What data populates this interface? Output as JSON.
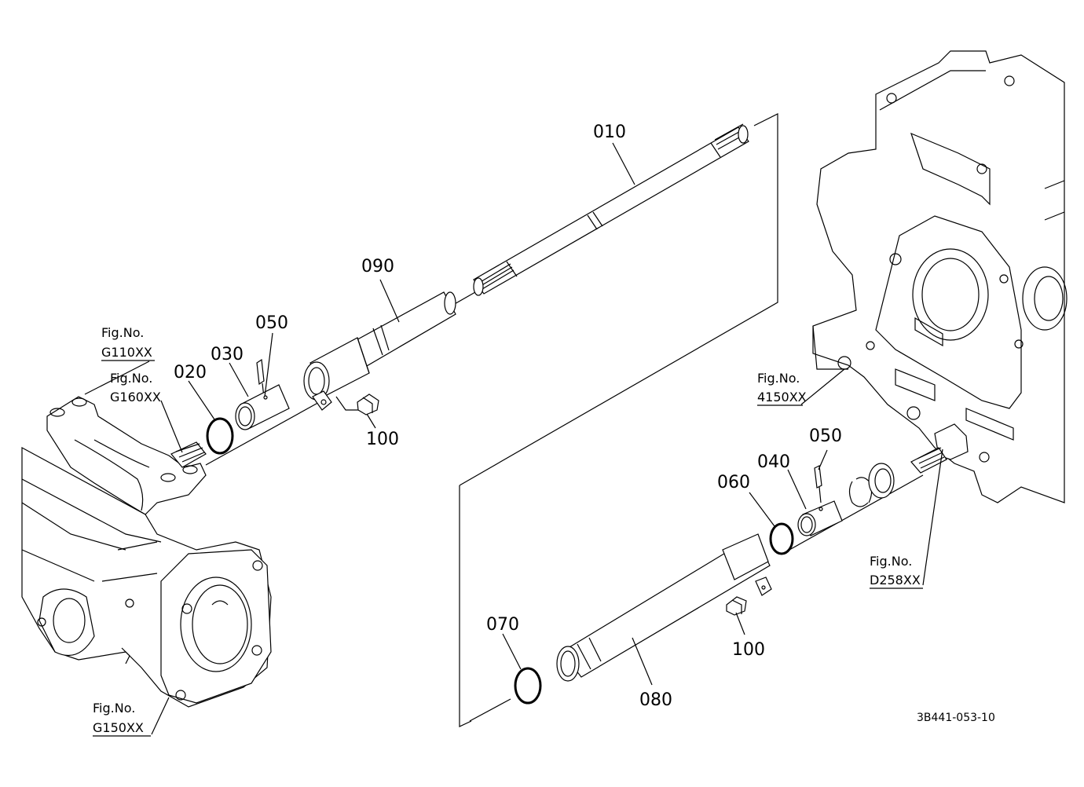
{
  "diagram": {
    "callouts": {
      "c010": "010",
      "c090": "090",
      "c050a": "050",
      "c030": "030",
      "c020": "020",
      "c100a": "100",
      "c050b": "050",
      "c040": "040",
      "c060": "060",
      "c070": "070",
      "c080": "080",
      "c100b": "100"
    },
    "fig_refs": {
      "g110": {
        "title": "Fig.No.",
        "code": "G110XX"
      },
      "g160": {
        "title": "Fig.No.",
        "code": "G160XX"
      },
      "g150": {
        "title": "Fig.No.",
        "code": "G150XX"
      },
      "f4150": {
        "title": "Fig.No.",
        "code": "4150XX"
      },
      "d258": {
        "title": "Fig.No.",
        "code": "D258XX"
      }
    },
    "drawing_code": "3B441-053-10"
  }
}
